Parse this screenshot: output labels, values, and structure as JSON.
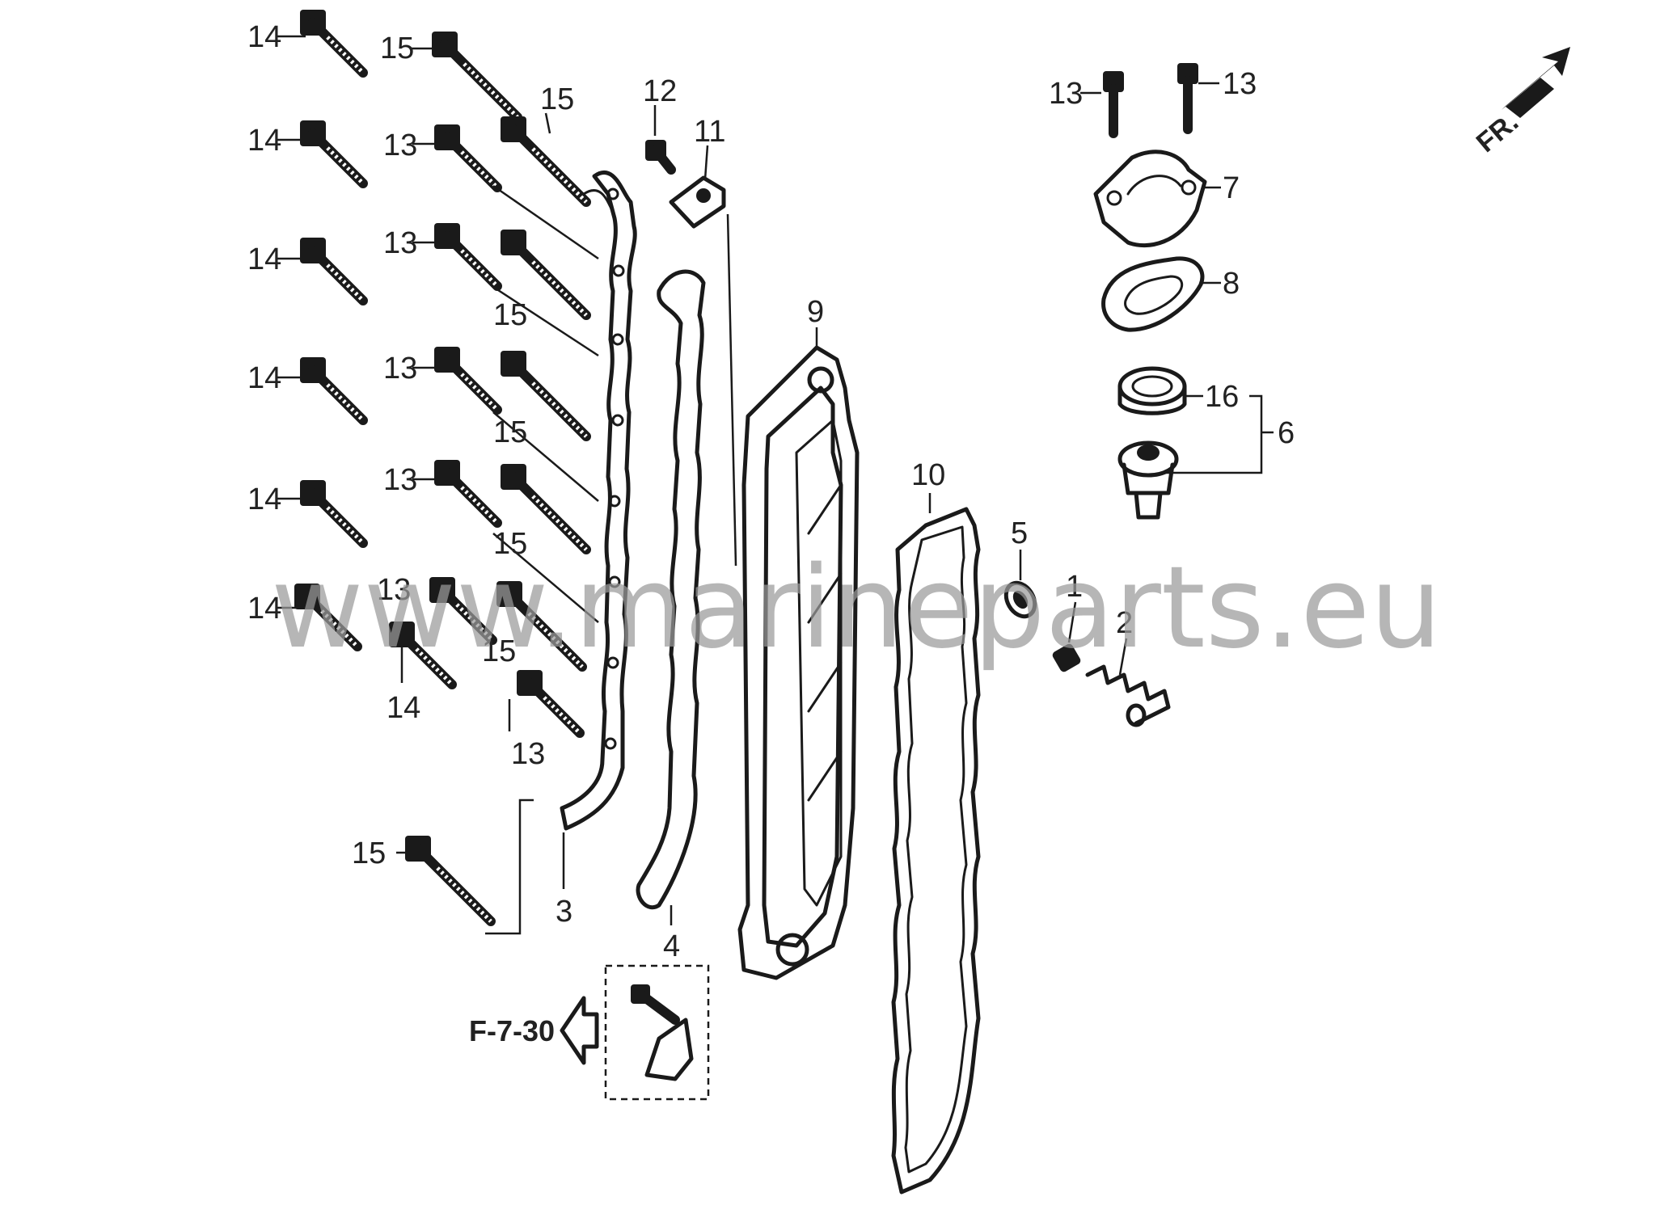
{
  "watermark": "www.marineparts.eu",
  "direction_indicator": "FR.",
  "reference": {
    "text": "F-7-30",
    "icon": "hollow-arrow-left-icon"
  },
  "callouts": [
    {
      "id": "c14a",
      "text": "14"
    },
    {
      "id": "c15a",
      "text": "15"
    },
    {
      "id": "c15b",
      "text": "15"
    },
    {
      "id": "c12",
      "text": "12"
    },
    {
      "id": "c11",
      "text": "11"
    },
    {
      "id": "c14b",
      "text": "14"
    },
    {
      "id": "c13a",
      "text": "13"
    },
    {
      "id": "c14c",
      "text": "14"
    },
    {
      "id": "c13b",
      "text": "13"
    },
    {
      "id": "c15c",
      "text": "15"
    },
    {
      "id": "c14d",
      "text": "14"
    },
    {
      "id": "c13c",
      "text": "13"
    },
    {
      "id": "c15d",
      "text": "15"
    },
    {
      "id": "c14e",
      "text": "14"
    },
    {
      "id": "c13d",
      "text": "13"
    },
    {
      "id": "c15e",
      "text": "15"
    },
    {
      "id": "c14f",
      "text": "14"
    },
    {
      "id": "c13e",
      "text": "13"
    },
    {
      "id": "c15f",
      "text": "15"
    },
    {
      "id": "c14g",
      "text": "14"
    },
    {
      "id": "c13f",
      "text": "13"
    },
    {
      "id": "c15g",
      "text": "15"
    },
    {
      "id": "c3",
      "text": "3"
    },
    {
      "id": "c4",
      "text": "4"
    },
    {
      "id": "c9",
      "text": "9"
    },
    {
      "id": "c10",
      "text": "10"
    },
    {
      "id": "c5",
      "text": "5"
    },
    {
      "id": "c1",
      "text": "1"
    },
    {
      "id": "c2",
      "text": "2"
    },
    {
      "id": "c13g",
      "text": "13"
    },
    {
      "id": "c13h",
      "text": "13"
    },
    {
      "id": "c7",
      "text": "7"
    },
    {
      "id": "c8",
      "text": "8"
    },
    {
      "id": "c16",
      "text": "16"
    },
    {
      "id": "c6",
      "text": "6"
    }
  ]
}
